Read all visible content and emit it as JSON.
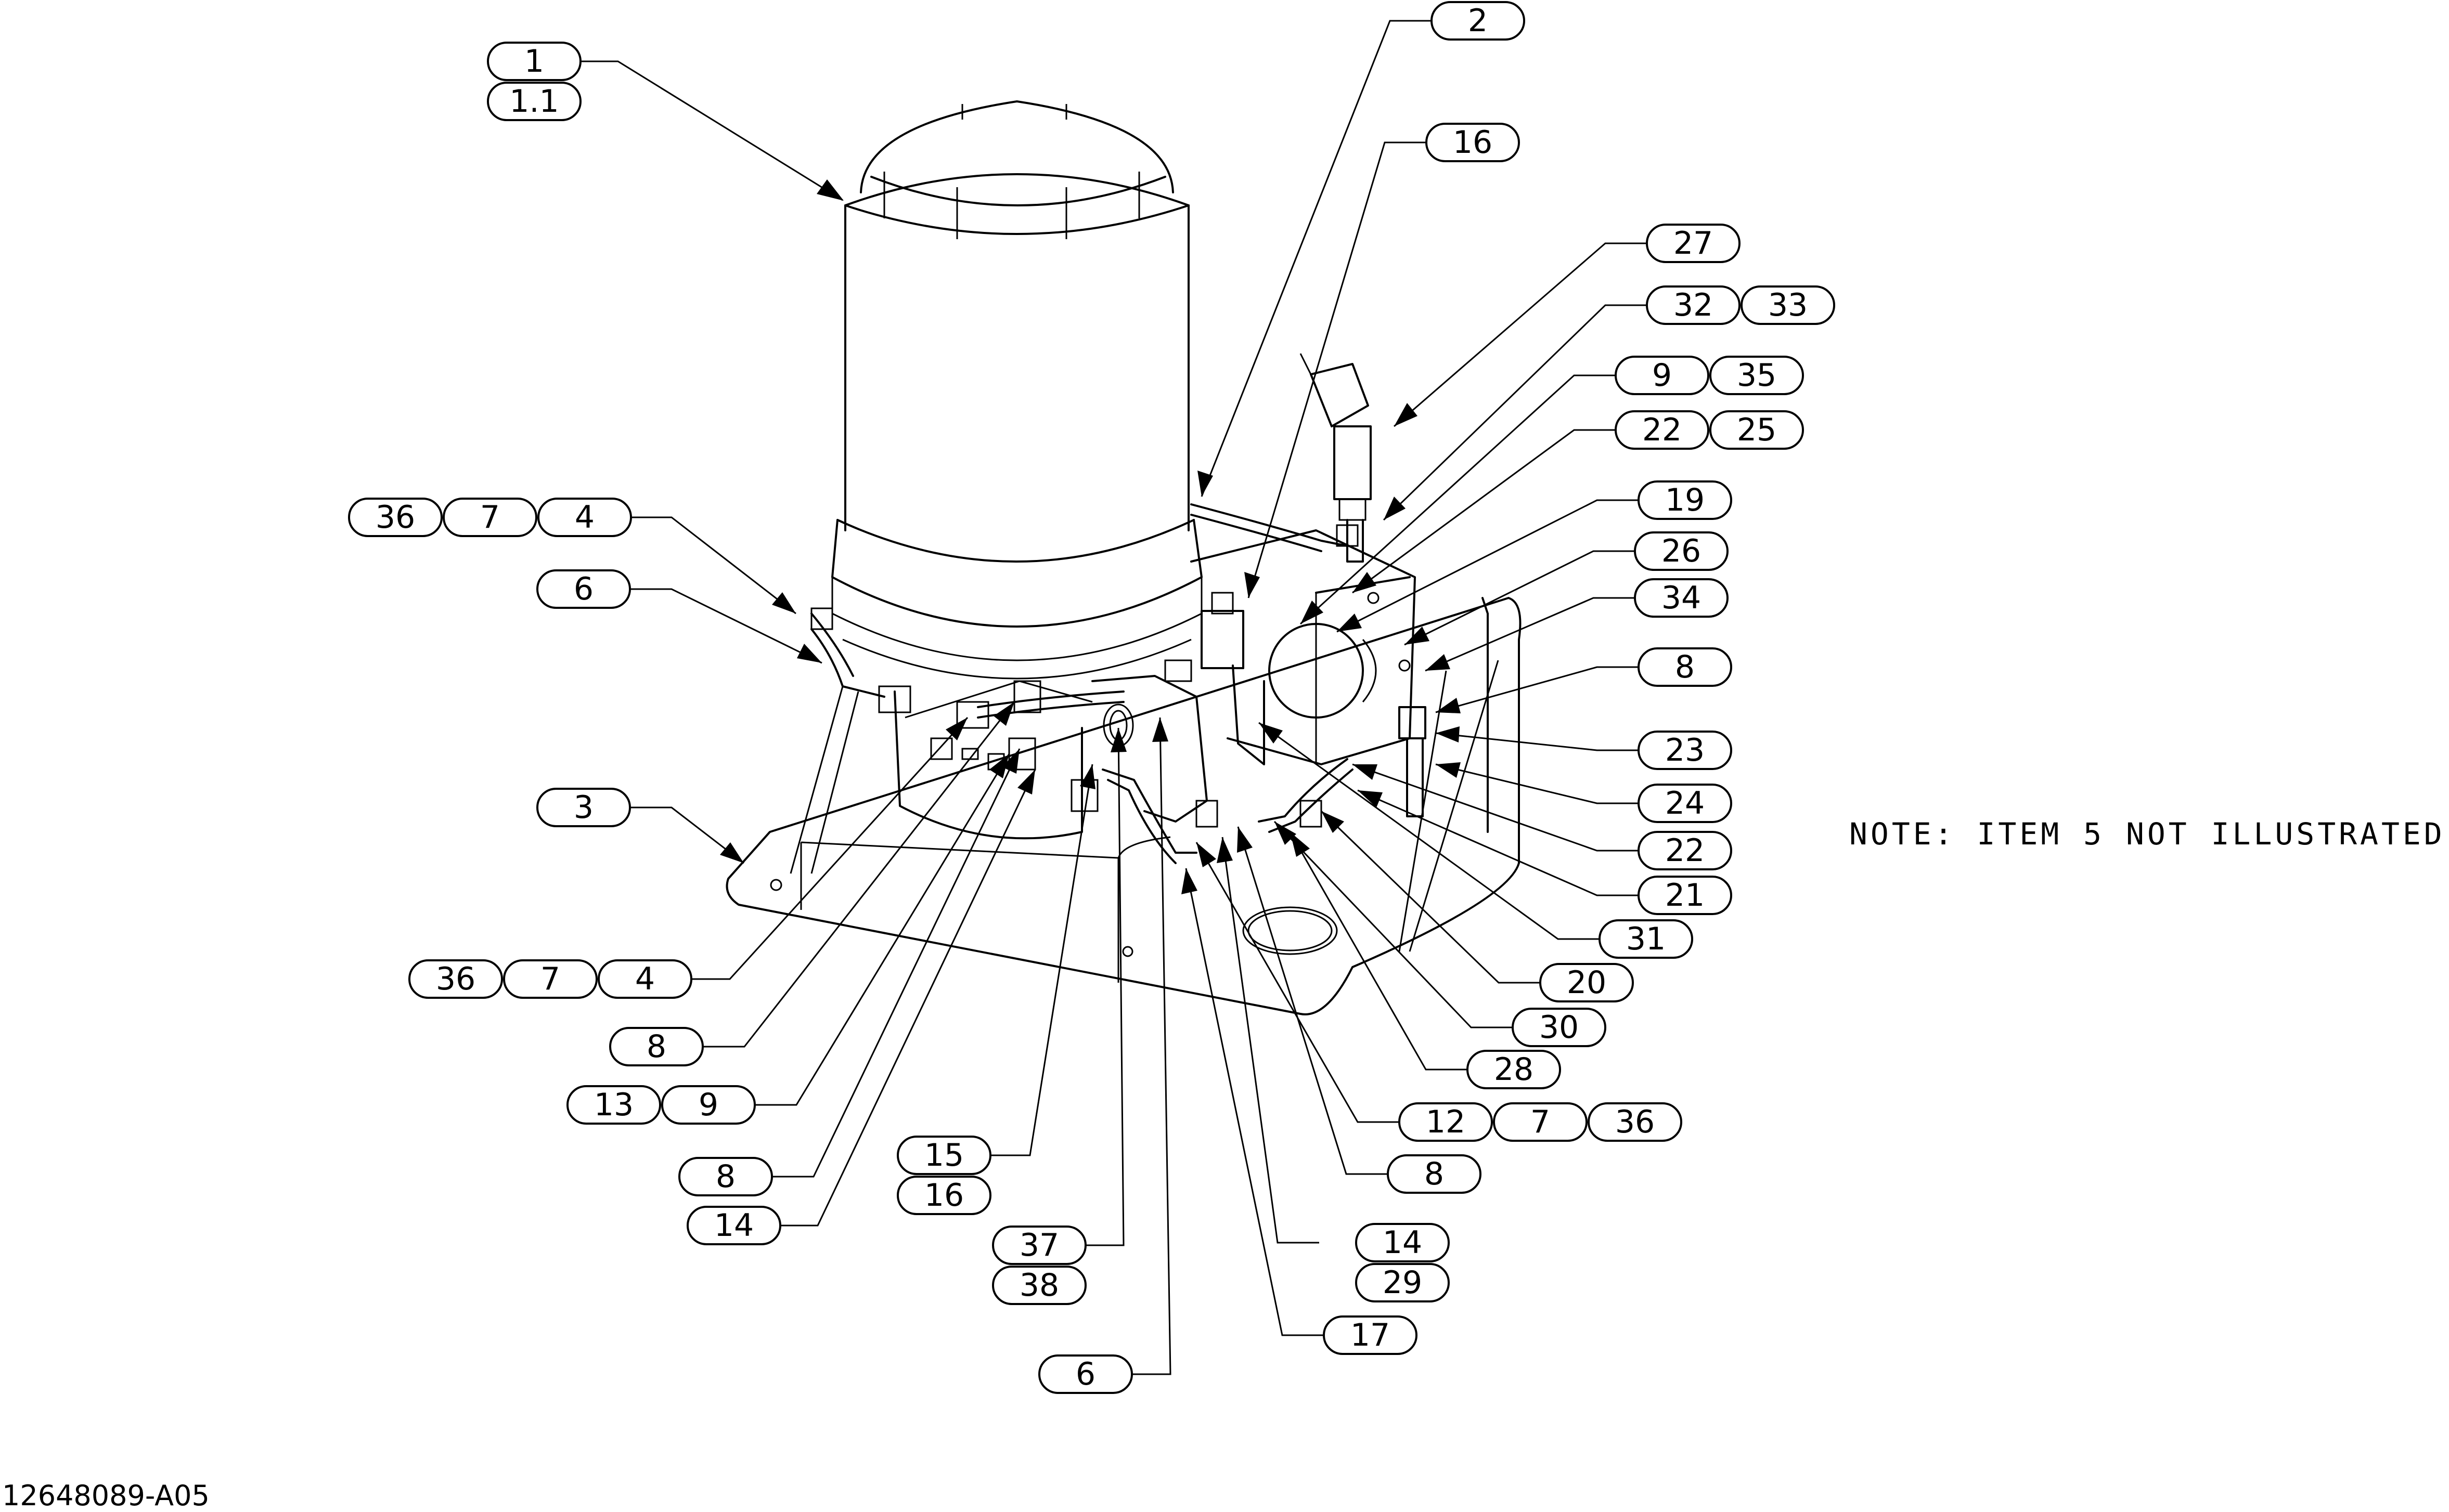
{
  "note": "NOTE: ITEM 5 NOT ILLUSTRATED",
  "document_id": "12648089-A05",
  "callouts": [
    {
      "id": "c1",
      "labels": [
        "1",
        "1.1"
      ]
    },
    {
      "id": "c2",
      "labels": [
        "2"
      ]
    },
    {
      "id": "c16a",
      "labels": [
        "16"
      ]
    },
    {
      "id": "c27",
      "labels": [
        "27"
      ]
    },
    {
      "id": "c32",
      "labels": [
        "32",
        "33"
      ]
    },
    {
      "id": "c9a",
      "labels": [
        "9",
        "35"
      ]
    },
    {
      "id": "c22a",
      "labels": [
        "22",
        "25"
      ]
    },
    {
      "id": "c19",
      "labels": [
        "19"
      ]
    },
    {
      "id": "c26",
      "labels": [
        "26"
      ]
    },
    {
      "id": "c34",
      "labels": [
        "34"
      ]
    },
    {
      "id": "c8a",
      "labels": [
        "8"
      ]
    },
    {
      "id": "c23",
      "labels": [
        "23"
      ]
    },
    {
      "id": "c24",
      "labels": [
        "24"
      ]
    },
    {
      "id": "c22b",
      "labels": [
        "22"
      ]
    },
    {
      "id": "c21",
      "labels": [
        "21"
      ]
    },
    {
      "id": "c31",
      "labels": [
        "31"
      ]
    },
    {
      "id": "c20",
      "labels": [
        "20"
      ]
    },
    {
      "id": "c30",
      "labels": [
        "30"
      ]
    },
    {
      "id": "c28",
      "labels": [
        "28"
      ]
    },
    {
      "id": "c12",
      "labels": [
        "12",
        "7",
        "36"
      ]
    },
    {
      "id": "c8b",
      "labels": [
        "8"
      ]
    },
    {
      "id": "c14a",
      "labels": [
        "14",
        "29"
      ]
    },
    {
      "id": "c17",
      "labels": [
        "17"
      ]
    },
    {
      "id": "c6a",
      "labels": [
        "6"
      ]
    },
    {
      "id": "c37",
      "labels": [
        "37",
        "38"
      ]
    },
    {
      "id": "c15",
      "labels": [
        "15",
        "16"
      ]
    },
    {
      "id": "c14b",
      "labels": [
        "14"
      ]
    },
    {
      "id": "c8c",
      "labels": [
        "8"
      ]
    },
    {
      "id": "c13",
      "labels": [
        "13",
        "9"
      ]
    },
    {
      "id": "c8d",
      "labels": [
        "8"
      ]
    },
    {
      "id": "c36b",
      "labels": [
        "36",
        "7",
        "4"
      ]
    },
    {
      "id": "c3",
      "labels": [
        "3"
      ]
    },
    {
      "id": "c6b",
      "labels": [
        "6"
      ]
    },
    {
      "id": "c36a",
      "labels": [
        "36",
        "7",
        "4"
      ]
    }
  ]
}
